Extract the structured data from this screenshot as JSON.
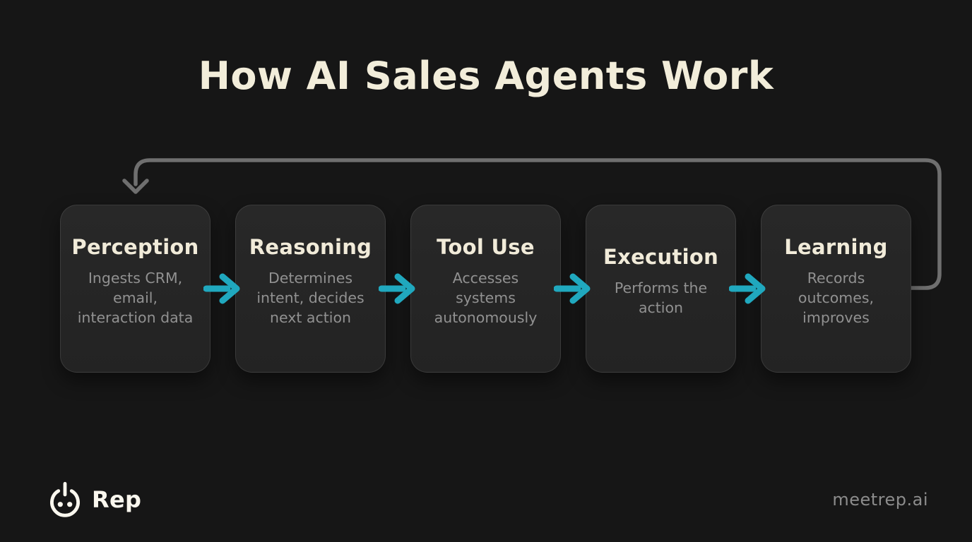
{
  "title": "How AI Sales Agents Work",
  "steps": [
    {
      "name": "Perception",
      "description": "Ingests CRM,\nemail,\ninteraction data"
    },
    {
      "name": "Reasoning",
      "description": "Determines\nintent, decides\nnext action"
    },
    {
      "name": "Tool Use",
      "description": "Accesses\nsystems\nautonomously"
    },
    {
      "name": "Execution",
      "description": "Performs the\naction"
    },
    {
      "name": "Learning",
      "description": "Records\noutcomes,\nimproves"
    }
  ],
  "footer": {
    "brand": "Rep",
    "website": "meetrep.ai"
  },
  "icons": {
    "flow_arrow": "right-arrow-icon",
    "feedback_loop": "loop-back-arrow",
    "logo": "power-face-icon"
  },
  "colors": {
    "background": "#161616",
    "card_fill": "#262626",
    "card_border": "#3a3a3a",
    "heading_text": "#f1ebd9",
    "body_text": "#919191",
    "accent_arrow": "#20a8be",
    "loop_arrow": "#6f6f6f"
  }
}
